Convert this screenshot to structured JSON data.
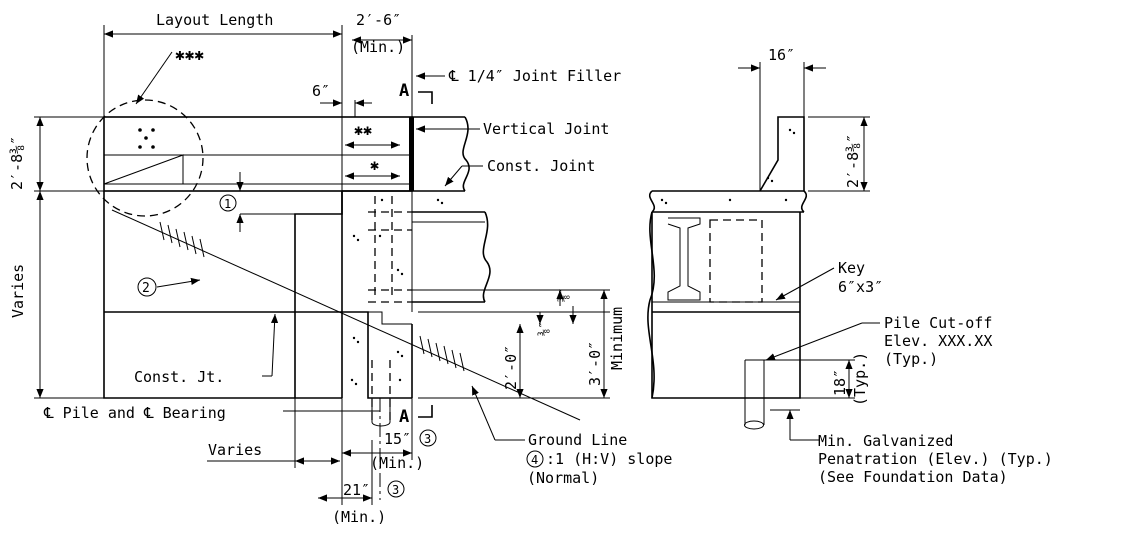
{
  "labels": {
    "layout_length": "Layout Length",
    "min_top": "2′-6″",
    "min_top_sub": "(Min.)",
    "joint_filler": "℄ 1/4″ Joint Filler",
    "six_in": "6″",
    "section_a": "A",
    "vertical_joint": "Vertical Joint",
    "const_joint": "Const. Joint",
    "stars3": "✱✱✱",
    "stars2": "✱✱",
    "star1": "✱",
    "height_left": "2′-8⅜″",
    "varies_vertical": "Varies",
    "const_jt": "Const. Jt.",
    "pile_bearing": "℄ Pile and ℄ Bearing",
    "varies_horizontal": "Varies",
    "fifteen": "15″",
    "fifteen_min": "(Min.)",
    "twentyone": "21″",
    "twentyone_min": "(Min.)",
    "two_ft": "2′-0″",
    "three_ft": "3′-0″",
    "minimum": "Minimum",
    "three_eighth_a": "⅜″",
    "three_eighth_b": "⅜″",
    "ground_line": "Ground Line",
    "slope_text": ":1 (H:V) slope",
    "normal": "(Normal)",
    "sixteen": "16″",
    "height_right": "2′-8⅜″",
    "key": "Key",
    "key_size": "6″x3″",
    "pile_cutoff": "Pile Cut-off",
    "elev": "Elev. XXX.XX",
    "typ": "(Typ.)",
    "eighteen": "18″",
    "eighteen_typ": "(Typ.)",
    "min_galv": "Min. Galvanized",
    "penetration": "Penatration (Elev.) (Typ.)",
    "see_foundation": "(See Foundation Data)"
  },
  "callouts": {
    "c1": "1",
    "c2": "2",
    "c3a": "3",
    "c3b": "3",
    "c4": "4"
  }
}
